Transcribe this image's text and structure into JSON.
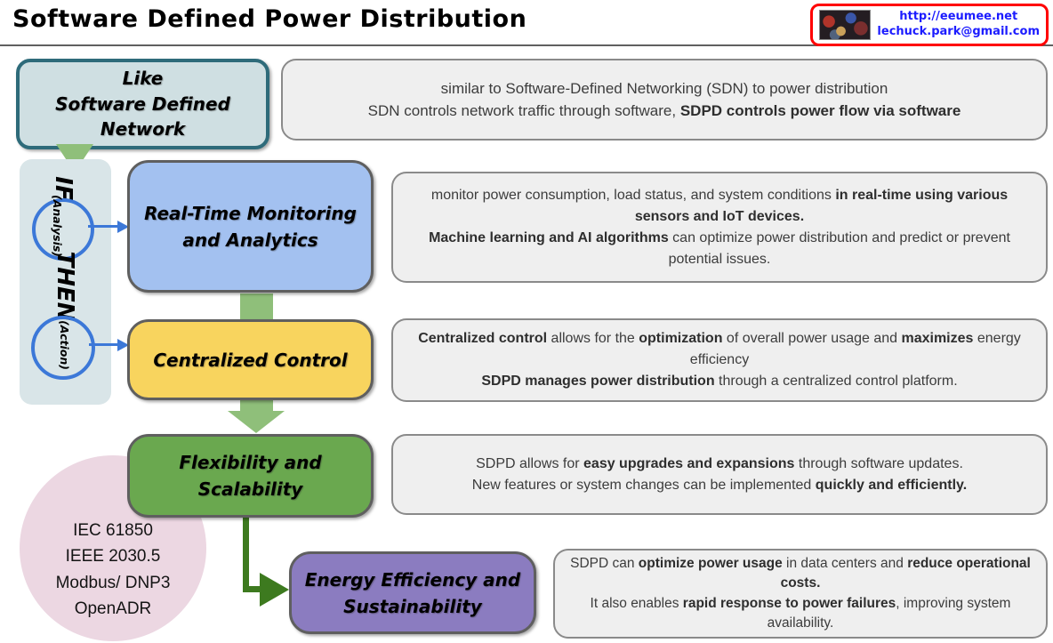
{
  "header": {
    "title": "Software Defined Power Distribution",
    "badge": {
      "url": "http://eeumee.net",
      "email": "lechuck.park@gmail.com"
    }
  },
  "intro": {
    "label_lines": [
      "Like",
      "Software Defined",
      "Network"
    ],
    "desc": [
      [
        {
          "t": "similar to Software-Defined Networking (SDN) to power distribution"
        }
      ],
      [
        {
          "t": "SDN controls network traffic through software, "
        },
        {
          "t": "SDPD controls power flow via software",
          "b": true
        }
      ]
    ]
  },
  "if_then": {
    "if": "IF",
    "if_sub": "(Analysis)",
    "then": "THEN",
    "then_sub": "(Action)"
  },
  "steps": [
    {
      "title": "Real-Time Monitoring and Analytics",
      "desc": [
        [
          {
            "t": "monitor power consumption, load status, and system conditions "
          },
          {
            "t": "in real-time using various sensors and IoT devices.",
            "b": true
          }
        ],
        [
          {
            "t": "Machine learning and AI algorithms",
            "b": true
          },
          {
            "t": " can optimize power distribution and predict or prevent potential issues."
          }
        ]
      ]
    },
    {
      "title": "Centralized Control",
      "desc": [
        [
          {
            "t": "Centralized control",
            "b": true
          },
          {
            "t": " allows for the "
          },
          {
            "t": "optimization",
            "b": true
          },
          {
            "t": " of overall power usage and "
          },
          {
            "t": "maximizes",
            "b": true
          },
          {
            "t": " energy efficiency"
          }
        ],
        [
          {
            "t": "SDPD manages power distribution",
            "b": true
          },
          {
            "t": " through a centralized control platform."
          }
        ]
      ]
    },
    {
      "title": "Flexibility and Scalability",
      "desc": [
        [
          {
            "t": "SDPD allows for "
          },
          {
            "t": "easy upgrades and expansions",
            "b": true
          },
          {
            "t": " through software updates."
          }
        ],
        [
          {
            "t": "New features or system changes can be implemented "
          },
          {
            "t": "quickly and efficiently.",
            "b": true
          }
        ]
      ]
    },
    {
      "title": "Energy Efficiency and Sustainability",
      "desc": [
        [
          {
            "t": "SDPD can "
          },
          {
            "t": "optimize power usage",
            "b": true
          },
          {
            "t": " in data centers and "
          },
          {
            "t": "reduce operational costs.",
            "b": true
          }
        ],
        [
          {
            "t": "It also enables "
          },
          {
            "t": "rapid response to power failures",
            "b": true
          },
          {
            "t": ", improving system availability."
          }
        ]
      ]
    }
  ],
  "standards": [
    "IEC 61850",
    "IEEE 2030.5",
    "Modbus/ DNP3",
    "OpenADR"
  ],
  "palette": {
    "intro_fill": "#cfdfe2",
    "intro_border": "#2e6b7a",
    "step_fills": [
      "#a3c1f0",
      "#f8d45e",
      "#6aa84f",
      "#8b7cc0"
    ],
    "desc_fill": "#efefef",
    "desc_border": "#8a8a8a",
    "bar_fill": "#d9e5e8",
    "arrow_light_green": "#8fbf7a",
    "arrow_dark_green": "#3d7a1f",
    "accent_blue": "#3c78d8",
    "ellipse_pink": "#ecd7e2",
    "badge_border": "#ff0000",
    "link_blue": "#1c1cff"
  }
}
